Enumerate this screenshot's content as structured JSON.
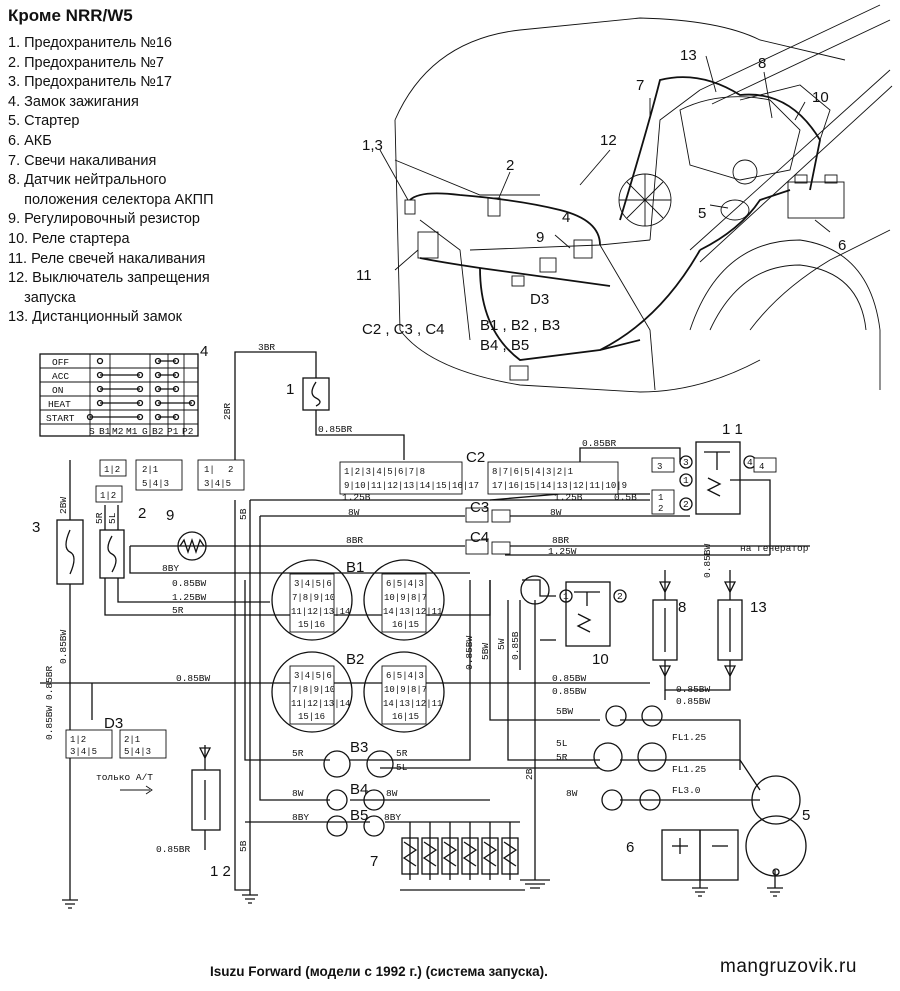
{
  "title": "Кроме NRR/W5",
  "legend": [
    "1. Предохранитель №16",
    "2. Предохранитель №7",
    "3. Предохранитель №17",
    "4. Замок зажигания",
    "5. Стартер",
    "6. АКБ",
    "7. Свечи накаливания",
    "8. Датчик нейтрального",
    "    положения селектора АКПП",
    "9. Регулировочный резистор",
    "10. Реле стартера",
    "11. Реле свечей накаливания",
    "12. Выключатель запрещения",
    "    запуска",
    "13. Дистанционный замок"
  ],
  "ignition": {
    "positions": [
      "OFF",
      "ACC",
      "ON",
      "HEAT",
      "START"
    ],
    "terminals": [
      "S",
      "B1",
      "M2",
      "M1",
      "G",
      "B2",
      "P1",
      "P2"
    ]
  },
  "engine_labels": {
    "n13": "13",
    "n7": "7",
    "n8": "8",
    "n10": "10",
    "n13b": "1,3",
    "n12": "12",
    "n2": "2",
    "n4": "4",
    "n9": "9",
    "n5": "5",
    "n6": "6",
    "n11": "11",
    "d3": "D3",
    "c": "C2 , C3 , C4",
    "b1": "B1 , B2 , B3",
    "b2": "B4 , B5"
  },
  "wires": {
    "w3br": "3BR",
    "w2br": "2BR",
    "w085br": "0.85BR",
    "w085br2": "0.85BR",
    "w125b": "1.25B",
    "w125b2": "1.25B",
    "w05b": "0.5B",
    "w8w": "8W",
    "w8w2": "8W",
    "w8br": "8BR",
    "w8br2": "8BR",
    "w125w": "1.25W",
    "gen": "на генератор",
    "w2bw": "2BW",
    "w5r": "5R",
    "w5l": "5L",
    "w8by": "8BY",
    "w085bw": "0.85BW",
    "w125bw": "1.25BW",
    "w5r2": "5R",
    "w085bw2": "0.85BW",
    "w085bw3": "0.85BW",
    "w085bw4": "0.85BW",
    "w5bw": "5BW",
    "w085bw5": "0.85BW",
    "w085br3": "0.85BR",
    "w5b": "5B",
    "w085bw6": "0.85BW",
    "w5bw2": "5BW",
    "w5w": "5W",
    "w085b": "0.85B",
    "w5r3": "5R",
    "w5r4": "5R",
    "w5l2": "5L",
    "w5l3": "5L",
    "w5r5": "5R",
    "w8w3": "8W",
    "w8w4": "8W",
    "w8w5": "8W",
    "w8by2": "8BY",
    "w8by3": "8BY",
    "w2b": "2B",
    "w5b2": "5B",
    "w085br4": "0.85BR",
    "fl125": "FL1.25",
    "fl125b": "FL1.25",
    "fl30": "FL3.0",
    "w085bw7": "0.85BW",
    "w085bw8": "0.85BW",
    "w085bw9": "0.85BW",
    "w085bw10": "0.85BW"
  },
  "connectors": {
    "c2": "C2",
    "c3": "C3",
    "c4": "C4",
    "b1": "B1",
    "b2": "B2",
    "b3": "B3",
    "b4": "B4",
    "b5": "B5",
    "d3": "D3"
  },
  "components": {
    "n1": "1",
    "n2": "2",
    "n3": "3",
    "n4": "4",
    "n5": "5",
    "n6": "6",
    "n7": "7",
    "n8": "8",
    "n9": "9",
    "n10": "10",
    "n11": "1 1",
    "n12": "1 2",
    "n13": "13"
  },
  "only_at": "только A/T",
  "caption": "Isuzu Forward (модели с 1992 г.) (система запуска).",
  "watermark": "mangruzovik.ru"
}
